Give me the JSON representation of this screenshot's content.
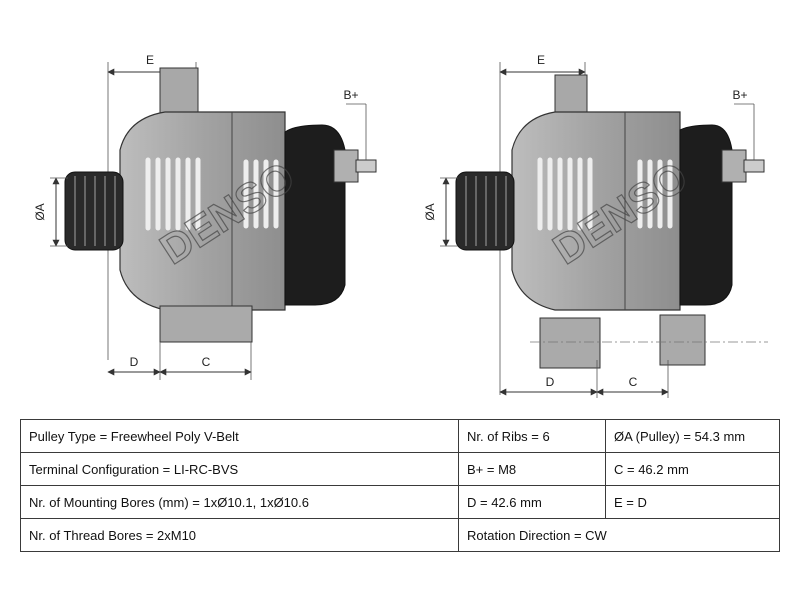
{
  "figure": {
    "brand": "DENSO",
    "dim_labels": {
      "E": "E",
      "A": "ØA",
      "D": "D",
      "C": "C",
      "B": "B+"
    }
  },
  "specs": {
    "pulley_type": "Pulley Type = Freewheel Poly V-Belt",
    "ribs": "Nr. of Ribs = 6",
    "pulley_diameter": "ØA (Pulley) = 54.3 mm",
    "terminal": "Terminal Configuration = LI-RC-BVS",
    "b_plus": "B+ = M8",
    "c": "C = 46.2 mm",
    "mounting_bores": "Nr. of Mounting Bores (mm) = 1xØ10.1, 1xØ10.6",
    "d": "D = 42.6 mm",
    "e": "E = D",
    "thread_bores": "Nr. of Thread Bores = 2xM10",
    "rotation": "Rotation Direction = CW"
  }
}
